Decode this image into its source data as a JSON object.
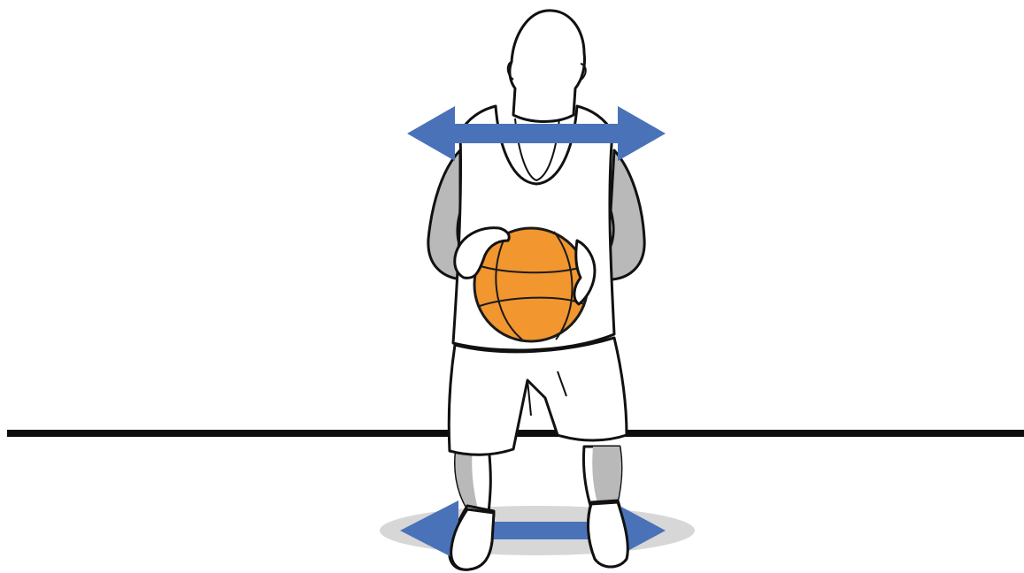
{
  "illustration": {
    "subject": "basketball-player-holding-ball",
    "colors": {
      "background": "#ffffff",
      "outline": "#111111",
      "skin_shadow": "#b9b9b9",
      "ball": "#f2962f",
      "ball_seam": "#1a1a1a",
      "arrow": "#4a72b8",
      "floor_shadow": "#d7d7d7",
      "floor_line": "#0d0d0d"
    },
    "arrows": [
      {
        "name": "shoulder-width-arrow",
        "direction": "left-right"
      },
      {
        "name": "feet-width-arrow",
        "direction": "left-right"
      }
    ]
  }
}
